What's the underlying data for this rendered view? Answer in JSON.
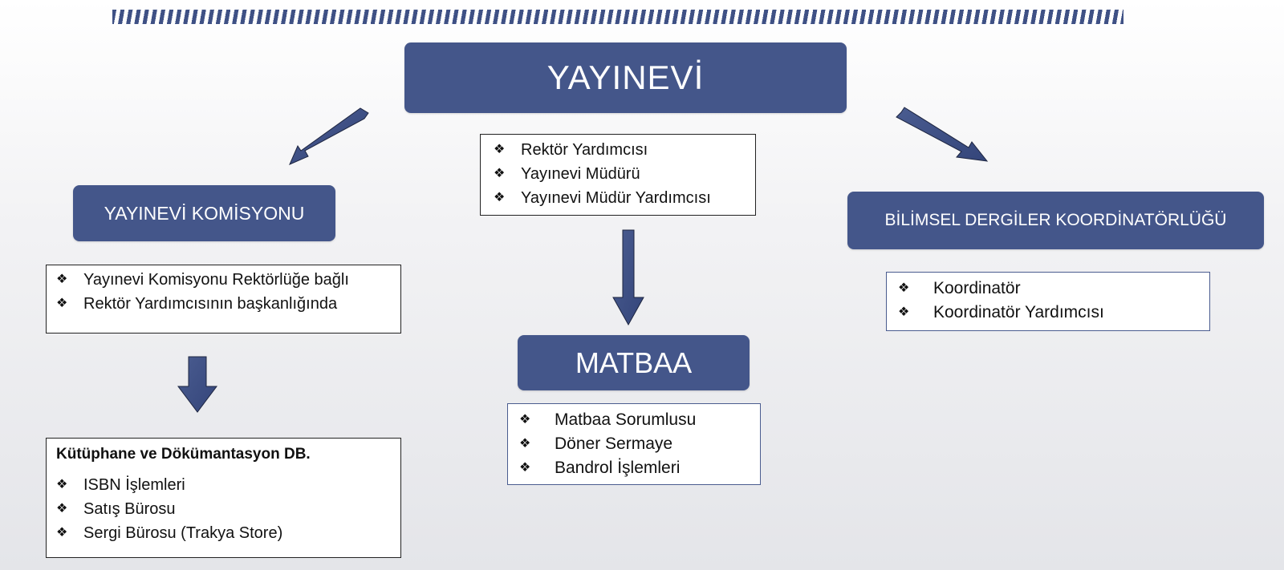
{
  "top": {
    "title": "YAYINEVİ"
  },
  "center_list": {
    "items": [
      "Rektör Yardımcısı",
      "Yayınevi Müdürü",
      "Yayınevi Müdür Yardımcısı"
    ]
  },
  "komisyon": {
    "title": "YAYINEVİ KOMİSYONU",
    "items": [
      "Yayınevi Komisyonu Rektörlüğe bağlı",
      "Rektör Yardımcısının başkanlığında"
    ]
  },
  "kutuphane": {
    "heading": "Kütüphane ve Dökümantasyon DB.",
    "items": [
      "ISBN İşlemleri",
      "Satış Bürosu",
      "Sergi Bürosu (Trakya Store)"
    ]
  },
  "matbaa": {
    "title": "MATBAA",
    "items": [
      "Matbaa Sorumlusu",
      "Döner Sermaye",
      "Bandrol İşlemleri"
    ]
  },
  "dergiler": {
    "title": "BİLİMSEL DERGİLER KOORDİNATÖRLÜĞÜ",
    "items": [
      "Koordinatör",
      "Koordinatör Yardımcısı"
    ]
  },
  "bullet_glyph": "❖",
  "colors": {
    "navy": "#44568a",
    "stripe": "#3f5185",
    "box_border": "#222222"
  }
}
